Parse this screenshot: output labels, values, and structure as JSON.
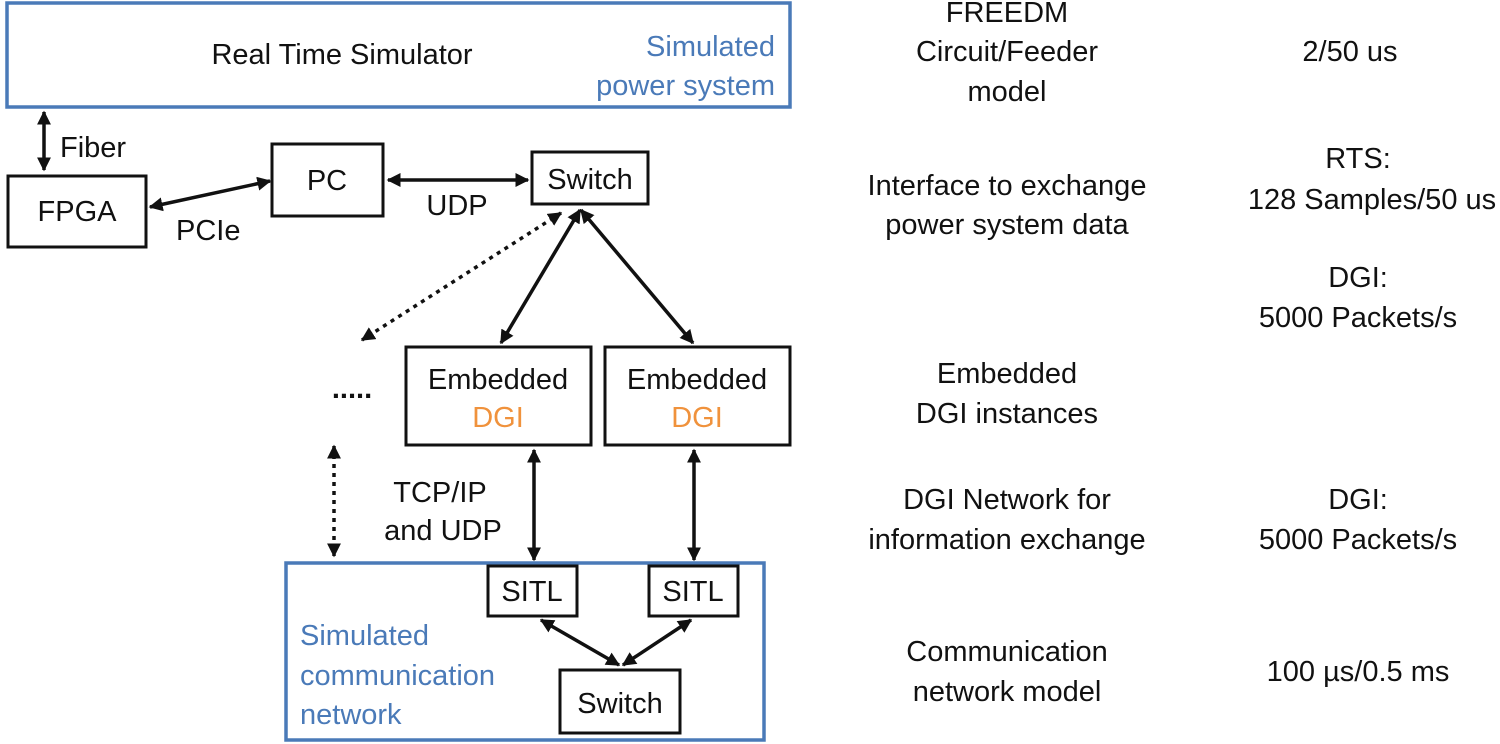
{
  "diagram": {
    "rts": {
      "label": "Real Time Simulator",
      "sim_power_line1": "Simulated",
      "sim_power_line2": "power system"
    },
    "fiber": "Fiber",
    "fpga": "FPGA",
    "pc": "PC",
    "pcie": "PCIe",
    "udp": "UDP",
    "switch_top": "Switch",
    "ellipsis": ".....",
    "dgi1": {
      "line1": "Embedded",
      "line2": "DGI"
    },
    "dgi2": {
      "line1": "Embedded",
      "line2": "DGI"
    },
    "tcpip_line1": "TCP/IP",
    "tcpip_line2": "and UDP",
    "sitl1": "SITL",
    "sitl2": "SITL",
    "switch_bottom": "Switch",
    "sim_comm": {
      "line1": "Simulated",
      "line2": "communication",
      "line3": "network"
    }
  },
  "table": {
    "rows": [
      {
        "desc": [
          "FREEDM",
          "Circuit/Feeder",
          "model"
        ],
        "rate": [
          "2/50 us"
        ]
      },
      {
        "desc": [
          "Interface to exchange",
          "power system data"
        ],
        "rate": [
          "RTS:",
          "128 Samples/50 us",
          "DGI:",
          "5000 Packets/s"
        ]
      },
      {
        "desc": [
          "Embedded",
          "DGI instances"
        ],
        "rate": []
      },
      {
        "desc": [
          "DGI Network for",
          "information exchange"
        ],
        "rate": [
          "DGI:",
          "5000 Packets/s"
        ]
      },
      {
        "desc": [
          "Communication",
          "network model"
        ],
        "rate": [
          "100 µs/0.5 ms"
        ]
      }
    ]
  },
  "colors": {
    "accent_blue": "#4a7ab8",
    "dgi_orange": "#f0923c",
    "ink": "#111111"
  }
}
